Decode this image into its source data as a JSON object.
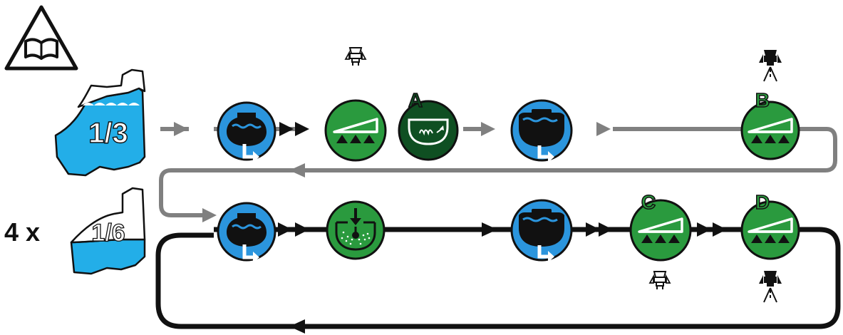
{
  "tank_fill_first": "1/3",
  "tank_fill_second_prefix": "4 x",
  "tank_fill_second": "1/6",
  "step_labels": {
    "a": "A",
    "b": "B",
    "c": "C",
    "d": "D"
  },
  "icons": {
    "manual": "read-manual-icon",
    "drain": "drain-tank-icon",
    "boom_spray": "boom-spray-icon",
    "agitate": "agitation-tank-icon",
    "rinse": "rinse-nozzle-tank-icon",
    "nozzle_off": "nozzles-off-icon",
    "nozzle_on": "nozzles-spraying-icon"
  },
  "colors": {
    "blue": "#2b95dd",
    "green": "#2a9a3e",
    "dark_green": "#0f4f22",
    "water": "#23aee8",
    "gray_line": "#808080",
    "black_line": "#111111"
  }
}
